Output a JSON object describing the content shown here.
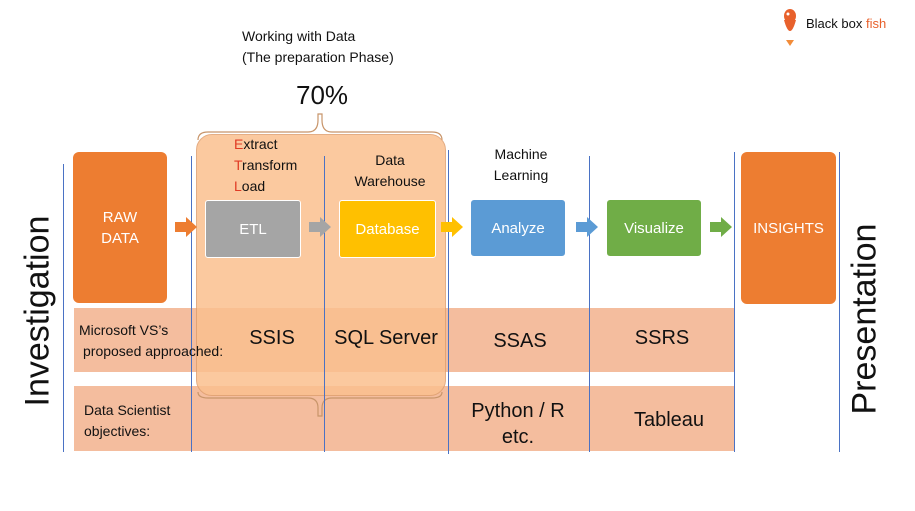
{
  "header": {
    "title_line1": "Working with Data",
    "title_line2": "(The preparation Phase)",
    "percent": "70%"
  },
  "brand": {
    "name_part1": "Black box ",
    "name_part2": "fish",
    "accent_color": "#e8612c",
    "logo_icon": "fish-icon"
  },
  "sides": {
    "left": "Investigation",
    "right": "Presentation"
  },
  "etl_label": {
    "e": "E",
    "e_rest": "xtract",
    "t": "T",
    "t_rest": "ransform",
    "l": "L",
    "l_rest": "oad"
  },
  "stage_captions": {
    "dw_line1": "Data",
    "dw_line2": "Warehouse",
    "ml_line1": "Machine",
    "ml_line2": "Learning"
  },
  "stages": {
    "raw_line1": "RAW",
    "raw_line2": "DATA",
    "etl": "ETL",
    "database": "Database",
    "analyze": "Analyze",
    "visualize": "Visualize",
    "insights": "INSIGHTS"
  },
  "rows": {
    "ms_label_line1": "Microsoft VS’s",
    "ms_label_line2": "proposed approached:",
    "ds_label_line1": "Data Scientist",
    "ds_label_line2": "objectives:",
    "ms_tools": {
      "ssis": "SSIS",
      "sql": "SQL Server",
      "ssas": "SSAS",
      "ssrs": "SSRS"
    },
    "ds_tools": {
      "python_line1": "Python / R",
      "python_line2": "etc.",
      "tableau": "Tableau"
    }
  },
  "colors": {
    "orange": "#ed7d31",
    "gray": "#a5a5a5",
    "gold": "#ffc000",
    "blue": "#5b9bd5",
    "green": "#70ad47",
    "band": "#f2b28d",
    "highlight": "#fbc08f"
  }
}
